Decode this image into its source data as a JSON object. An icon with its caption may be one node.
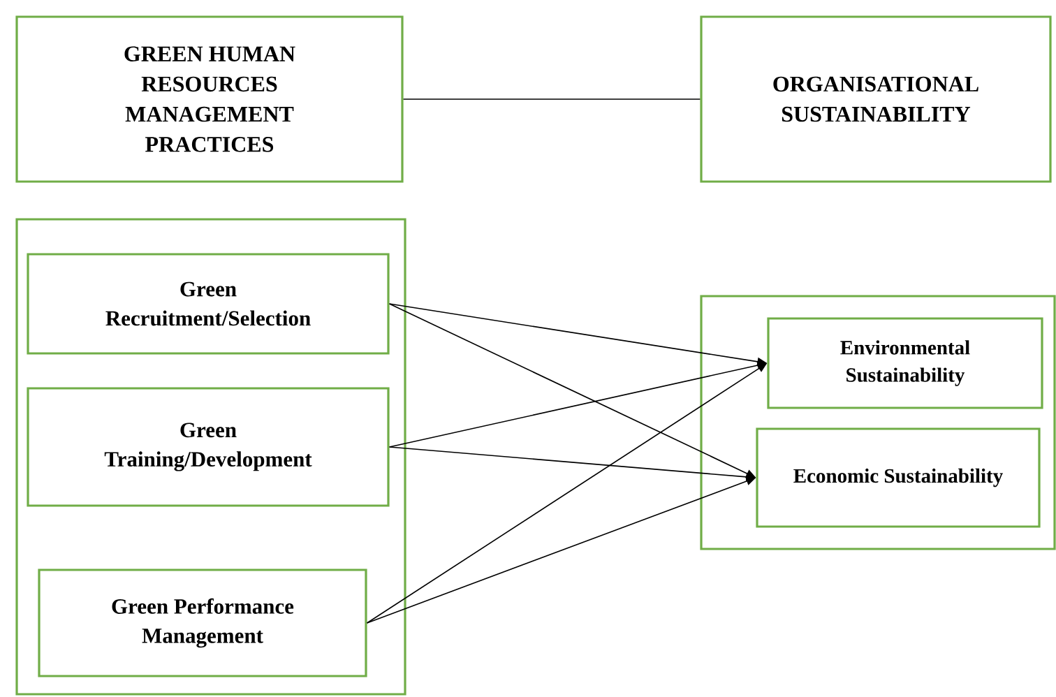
{
  "diagram": {
    "nodes": [
      {
        "text": [
          "GREEN HUMAN RESOURCES MANAGEMENT PRACTICES"
        ]
      },
      {
        "text": [
          "ORGANISATIONAL SUSTAINABILITY"
        ]
      },
      {
        "text": [],
        "shape": "box"
      },
      {
        "text": [
          "Green Recruitment/Selection"
        ],
        "in": 2
      },
      {
        "text": [
          "Green Training/Development"
        ],
        "in": 2
      },
      {
        "text": [
          "Green Performance Management"
        ],
        "in": 2
      },
      {
        "text": [],
        "shape": "box"
      },
      {
        "text": [
          "Environmental Sustainability"
        ],
        "in": 6
      },
      {
        "text": [
          "Economic Sustainability"
        ],
        "in": 6
      }
    ],
    "edges": [
      {
        "from": 0,
        "to": 1,
        "arrow": "none"
      },
      {
        "from": 3,
        "to": 7,
        "arrow": "to"
      },
      {
        "from": 3,
        "to": 8,
        "arrow": "to"
      },
      {
        "from": 4,
        "to": 7,
        "arrow": "to"
      },
      {
        "from": 4,
        "to": 8,
        "arrow": "to"
      },
      {
        "from": 5,
        "to": 7,
        "arrow": "to"
      },
      {
        "from": 5,
        "to": 8,
        "arrow": "to"
      }
    ]
  }
}
